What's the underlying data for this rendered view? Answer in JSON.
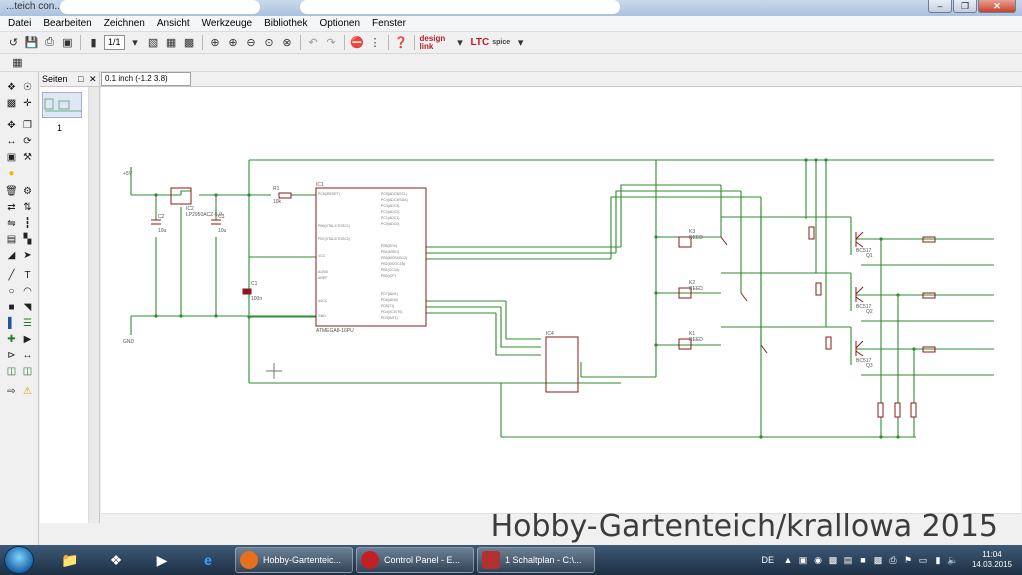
{
  "window": {
    "title_fragment": "...teich con..."
  },
  "menu": [
    "Datei",
    "Bearbeiten",
    "Zeichnen",
    "Ansicht",
    "Werkzeuge",
    "Bibliothek",
    "Optionen",
    "Fenster"
  ],
  "toolbar": {
    "zoom_select": "1/1",
    "designlink_label": "design link",
    "ltc_label": "LTC",
    "ltspice_label": "spice"
  },
  "pages_panel": {
    "title": "Seiten",
    "page_number": "1"
  },
  "coordinate_readout": "0.1 inch (-1.2 3.8)",
  "schematic": {
    "labels": {
      "vcc": "+5V",
      "gnd": "GND",
      "reg": "IC2",
      "reg_part": "LP2950ACZ-5.0",
      "c1": "C1",
      "c1_val": "100n",
      "c2": "C2",
      "c2_val": "10u",
      "c3": "C3",
      "c3_val": "10u",
      "r1": "R1",
      "r1_val": "10k",
      "ic1": "IC1",
      "ic1_part": "ATMEGA8-16PU",
      "ic4": "IC4",
      "k1": "K1",
      "k2": "K2",
      "k3": "K3",
      "k_part": "REED",
      "q1": "Q1",
      "q2": "Q2",
      "q3": "Q3",
      "q_part": "BC517"
    }
  },
  "watermark": "Hobby-Gartenteich/krallowa 2015",
  "taskbar": {
    "tasks": [
      {
        "label": "Hobby-Gartenteic...",
        "icon_color": "#e6701d"
      },
      {
        "label": "Control Panel - E...",
        "icon_color": "#c32026"
      },
      {
        "label": "1 Schaltplan - C:\\...",
        "icon_color": "#b33030"
      }
    ],
    "language": "DE",
    "time": "11:04",
    "date": "14.03.2015"
  }
}
